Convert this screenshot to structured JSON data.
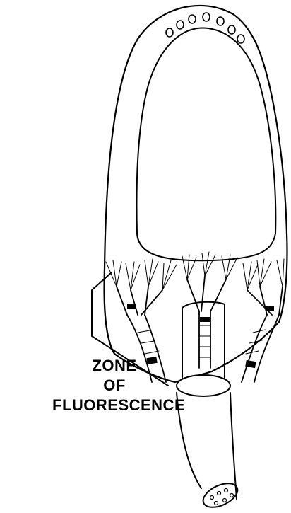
{
  "label": {
    "line1": "ZONE",
    "line2": "OF",
    "line3": "FLUORESCENCE"
  },
  "colors": {
    "ink": "#000000",
    "paper": "#ffffff"
  }
}
